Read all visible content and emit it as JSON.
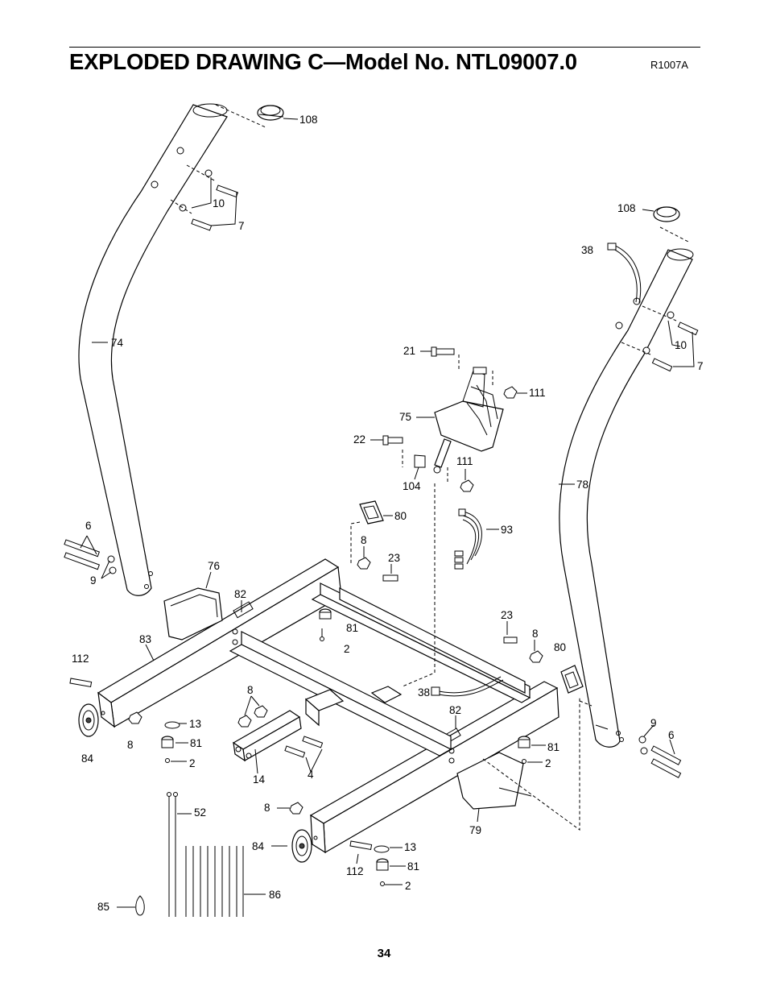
{
  "header": {
    "title": "EXPLODED DRAWING C—Model No. NTL09007.0",
    "ref_code": "R1007A"
  },
  "page_number": "34",
  "callouts": {
    "c108a": "108",
    "c10a": "10",
    "c7a": "7",
    "c74": "74",
    "c108b": "108",
    "c38a": "38",
    "c10b": "10",
    "c7b": "7",
    "c21": "21",
    "c111a": "111",
    "c75": "75",
    "c22": "22",
    "c111b": "111",
    "c104": "104",
    "c78": "78",
    "c80a": "80",
    "c93": "93",
    "c6a": "6",
    "c9a": "9",
    "c8a": "8",
    "c23a": "23",
    "c76": "76",
    "c82a": "82",
    "c81a": "81",
    "c2a": "2",
    "c83": "83",
    "c112a": "112",
    "c23b": "23",
    "c8b": "8",
    "c80b": "80",
    "c38b": "38",
    "c82b": "82",
    "c84a": "84",
    "c8c": "8",
    "c13a": "13",
    "c81b": "81",
    "c2b": "2",
    "c8d": "8",
    "c9b": "9",
    "c6b": "6",
    "c81c": "81",
    "c2c": "2",
    "c14": "14",
    "c4": "4",
    "c52": "52",
    "c8e": "8",
    "c79": "79",
    "c84b": "84",
    "c13b": "13",
    "c112b": "112",
    "c81d": "81",
    "c2d": "2",
    "c86": "86",
    "c85": "85"
  }
}
